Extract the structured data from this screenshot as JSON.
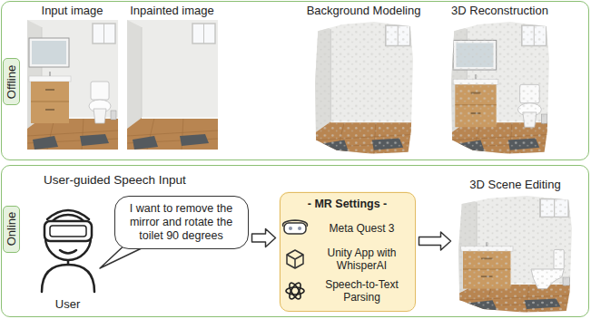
{
  "diagram": {
    "nodes": [
      {
        "text": [
          "Offline"
        ]
      },
      {
        "text": [
          "Input image"
        ],
        "in": 0
      },
      {
        "text": [
          "Inpainted image"
        ],
        "in": 0
      },
      {
        "text": [
          "Background Modeling"
        ],
        "in": 0
      },
      {
        "text": [
          "3D Reconstruction"
        ],
        "in": 0
      },
      {
        "text": [
          "Online"
        ]
      },
      {
        "text": [
          "User"
        ],
        "in": 5
      },
      {
        "text": [
          "I want to remove the mirror and rotate the toilet 90 degrees"
        ],
        "in": 5
      },
      {
        "text": [
          "- MR Settings -",
          "Meta Quest 3",
          "Unity App with WhisperAI",
          "Speech-to-Text Parsing"
        ],
        "in": 5
      },
      {
        "text": [
          "3D Scene Editing"
        ],
        "in": 5
      }
    ],
    "edges": [
      {
        "from": 7,
        "to": 8,
        "arrow": "to"
      },
      {
        "from": 8,
        "to": 9,
        "arrow": "to"
      }
    ],
    "labels": [
      "User-guided Speech Input"
    ]
  }
}
